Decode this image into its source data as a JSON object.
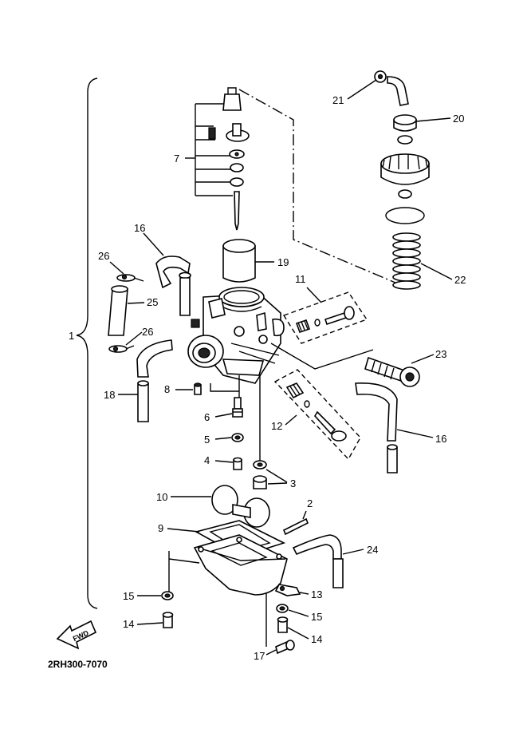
{
  "diagram": {
    "part_code": "2RH300-7070",
    "fwd_text": "FWD",
    "group_label": "1",
    "callouts": {
      "c2": "2",
      "c3": "3",
      "c4": "4",
      "c5": "5",
      "c6": "6",
      "c7": "7",
      "c8": "8",
      "c9": "9",
      "c10": "10",
      "c11": "11",
      "c12": "12",
      "c13": "13",
      "c14a": "14",
      "c14b": "14",
      "c15a": "15",
      "c15b": "15",
      "c16a": "16",
      "c16b": "16",
      "c17": "17",
      "c18": "18",
      "c19": "19",
      "c20": "20",
      "c21": "21",
      "c22": "22",
      "c23": "23",
      "c24": "24",
      "c25": "25",
      "c26a": "26",
      "c26b": "26"
    }
  }
}
